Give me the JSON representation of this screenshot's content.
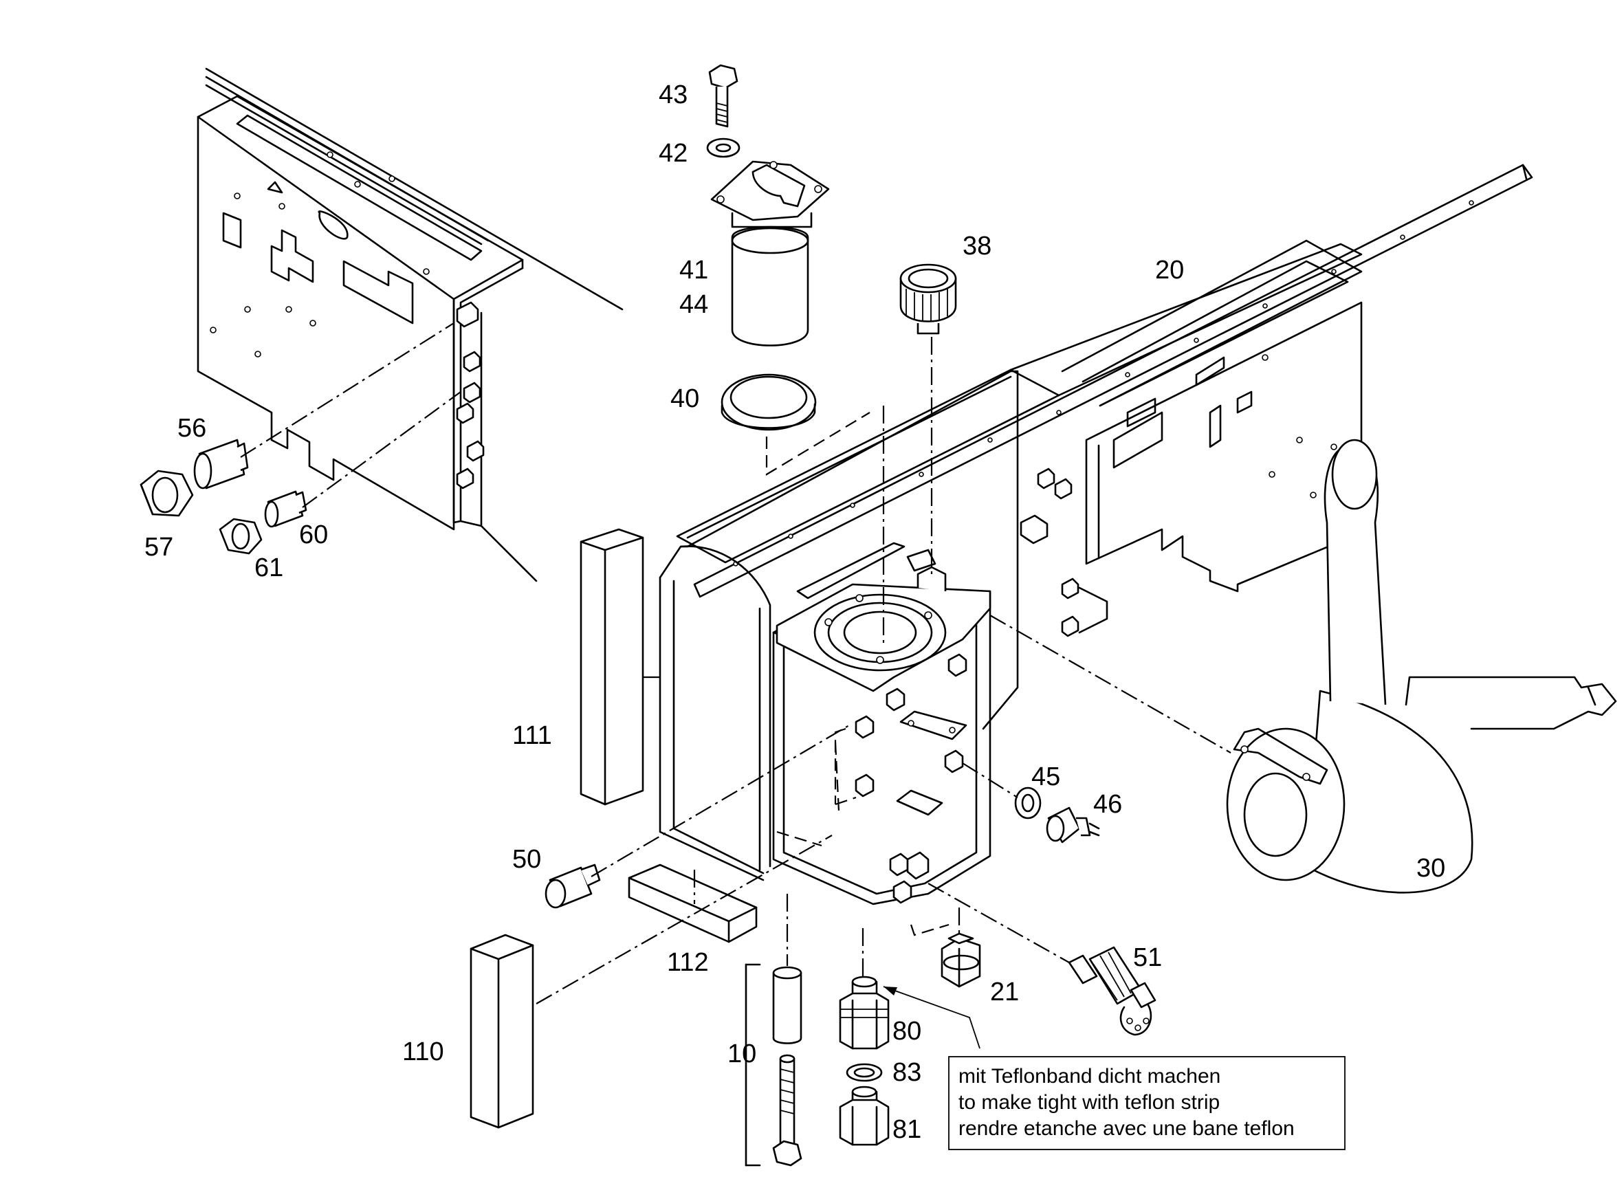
{
  "labels": {
    "p10": "10",
    "p20": "20",
    "p21": "21",
    "p30": "30",
    "p38": "38",
    "p40": "40",
    "p41": "41",
    "p42": "42",
    "p43": "43",
    "p44": "44",
    "p45": "45",
    "p46": "46",
    "p50": "50",
    "p51": "51",
    "p56": "56",
    "p57": "57",
    "p60": "60",
    "p61": "61",
    "p80": "80",
    "p81": "81",
    "p83": "83",
    "p110": "110",
    "p111": "111",
    "p112": "112"
  },
  "note": {
    "line_de": "mit Teflonband dicht machen",
    "line_en": "to make tight with teflon strip",
    "line_fr": "rendre etanche avec une bane teflon"
  }
}
